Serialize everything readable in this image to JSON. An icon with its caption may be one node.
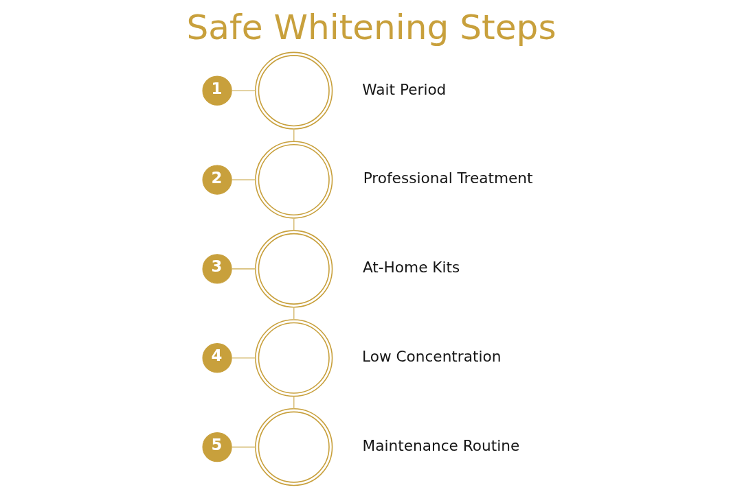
{
  "diagram": {
    "title": "Safe Whitening Steps",
    "nodes": [
      {
        "text": [
          "1"
        ]
      },
      {
        "text": [],
        "shape": "picture",
        "beside": [
          "Wait Period"
        ]
      },
      {
        "text": [
          "2"
        ]
      },
      {
        "text": [],
        "shape": "picture",
        "beside": [
          "Professional Treatment"
        ]
      },
      {
        "text": [
          "3"
        ]
      },
      {
        "text": [],
        "shape": "picture",
        "beside": [
          "At-Home Kits"
        ]
      },
      {
        "text": [
          "4"
        ]
      },
      {
        "text": [],
        "shape": "picture",
        "beside": [
          "Low Concentration"
        ]
      },
      {
        "text": [
          "5"
        ]
      },
      {
        "text": [],
        "shape": "picture",
        "beside": [
          "Maintenance Routine"
        ]
      }
    ],
    "edges": [
      {
        "from": 0,
        "to": 1,
        "arrow": "none"
      },
      {
        "from": 1,
        "to": 3,
        "arrow": "none"
      },
      {
        "from": 2,
        "to": 3,
        "arrow": "none"
      },
      {
        "from": 3,
        "to": 5,
        "arrow": "none"
      },
      {
        "from": 4,
        "to": 5,
        "arrow": "none"
      },
      {
        "from": 5,
        "to": 7,
        "arrow": "none"
      },
      {
        "from": 6,
        "to": 7,
        "arrow": "none"
      },
      {
        "from": 7,
        "to": 9,
        "arrow": "none"
      },
      {
        "from": 8,
        "to": 9,
        "arrow": "none"
      }
    ]
  }
}
